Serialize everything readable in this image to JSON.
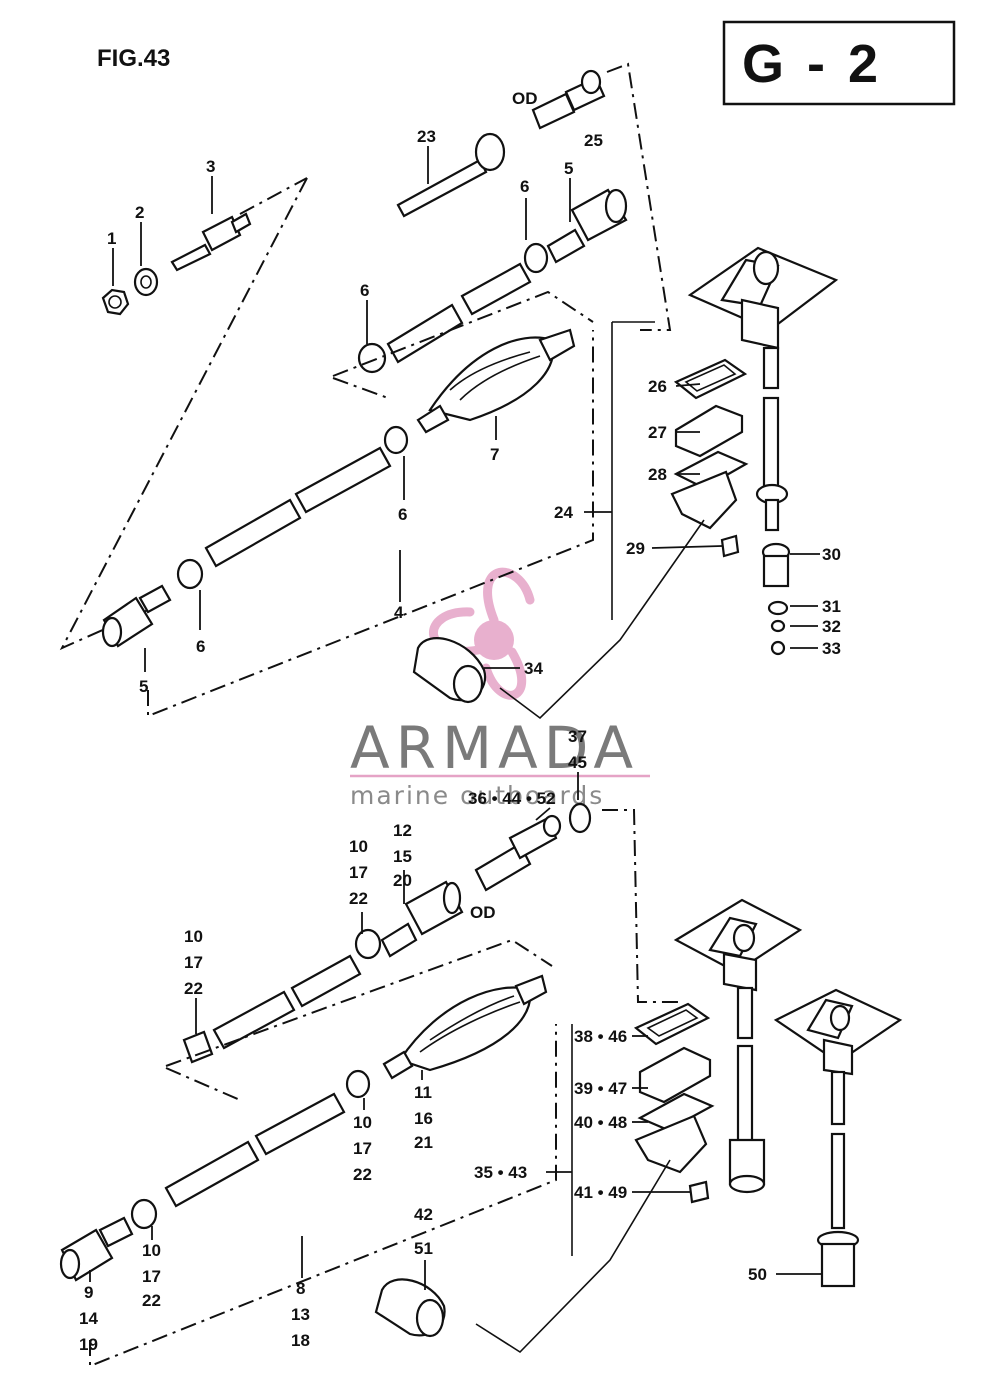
{
  "figure": {
    "number": "FIG.43",
    "code": "G - 2"
  },
  "watermark": {
    "brand": "ARMADA",
    "tagline": "marine outboards",
    "accent": "#e5a3c6"
  },
  "callouts": {
    "c1": "1",
    "c2": "2",
    "c3": "3",
    "c23": "23",
    "c6a": "6",
    "c5a": "5",
    "c25": "25",
    "c6b": "6",
    "c7": "7",
    "c6c": "6",
    "c4": "4",
    "c6d": "6",
    "c5b": "5",
    "c26": "26",
    "c27": "27",
    "c28": "28",
    "c24": "24",
    "c29": "29",
    "c30": "30",
    "c31": "31",
    "c32": "32",
    "c33": "33",
    "c34": "34",
    "c37": "37",
    "c45": "45",
    "c36": "36 • 44 • 52",
    "c10a": "10",
    "c17a": "17",
    "c22a": "22",
    "c12": "12",
    "c15": "15",
    "c20": "20",
    "c10b": "10",
    "c17b": "17",
    "c22b": "22",
    "c11": "11",
    "c16": "16",
    "c21": "21",
    "c10c": "10",
    "c17c": "17",
    "c22c": "22",
    "c10d": "10",
    "c17d": "17",
    "c22d": "22",
    "c9": "9",
    "c14": "14",
    "c19": "19",
    "c8": "8",
    "c13": "13",
    "c18": "18",
    "c38": "38 • 46",
    "c39": "39 • 47",
    "c40": "40 • 48",
    "c35": "35 • 43",
    "c41": "41 • 49",
    "c42": "42",
    "c51": "51",
    "c50": "50"
  },
  "notes": {
    "od_top": "OD",
    "od_mid": "OD"
  }
}
